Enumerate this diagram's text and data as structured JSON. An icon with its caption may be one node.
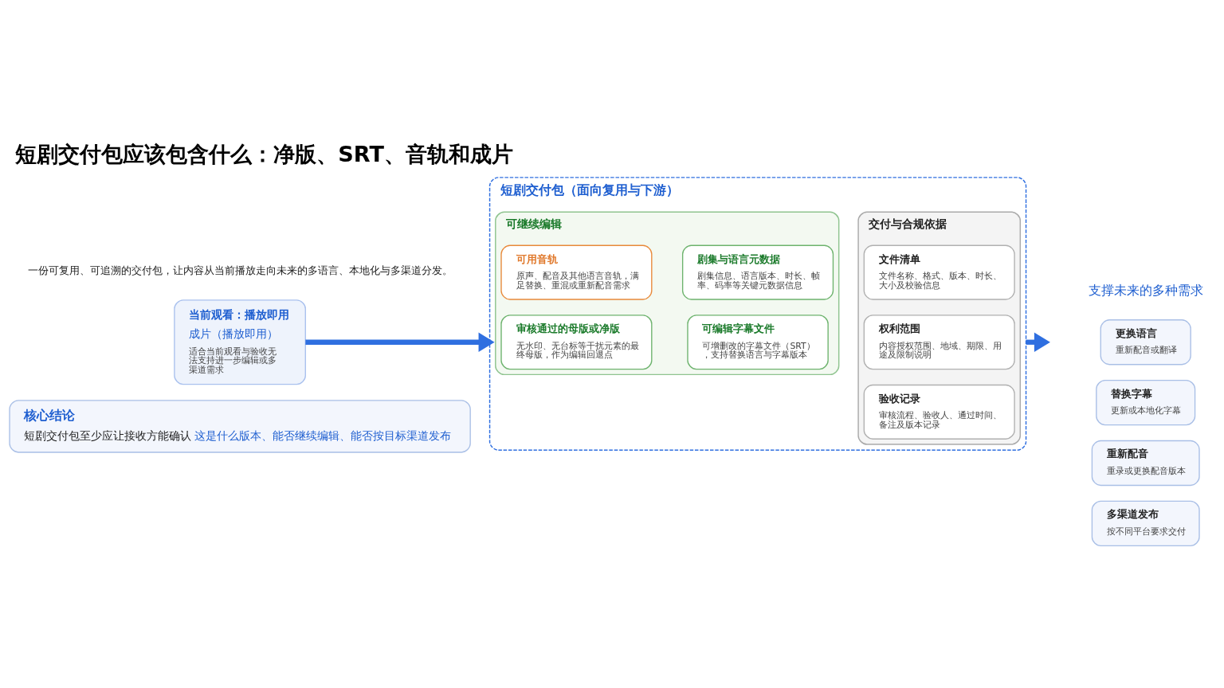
{
  "diagram": {
    "title": "短剧交付包应该包含什么：净版、SRT、音轨和成片",
    "nodes": [
      {
        "text": [
          "当前观看：播放即用",
          "成片（播放即用）",
          "适合当前观看与验收无法支持进一步编辑或多渠道需求"
        ]
      },
      {
        "text": [
          "短剧交付包（面向复用与下游）"
        ]
      },
      {
        "text": [
          "可继续编辑"
        ],
        "in": 1
      },
      {
        "text": [
          "审核通过的母版或净版",
          "无水印、无台标等干扰元素的最终母版，作为编辑回退点"
        ],
        "in": 2
      },
      {
        "text": [
          "可编辑字幕文件",
          "可增删改的字幕文件（SRT），支持替换语言与字幕版本"
        ],
        "in": 2
      },
      {
        "text": [
          "可用音轨",
          "原声、配音及其他语言音轨，满足替换、重混或重新配音需求"
        ],
        "in": 2
      },
      {
        "text": [
          "剧集与语言元数据",
          "剧集信息、语言版本、时长、帧率、码率等关键元数据信息"
        ],
        "in": 2
      },
      {
        "text": [
          "交付与合规依据"
        ],
        "in": 1
      },
      {
        "text": [
          "文件清单",
          "文件名称、格式、版本、时长、大小及校验信息"
        ],
        "in": 7
      },
      {
        "text": [
          "权利范围",
          "内容授权范围、地域、期限、用途及限制说明"
        ],
        "in": 7
      },
      {
        "text": [
          "验收记录",
          "审核流程、验收人、通过时间、备注及版本记录"
        ],
        "in": 7
      },
      {
        "text": [
          "更换语言",
          "重新配音或翻译"
        ]
      },
      {
        "text": [
          "替换字幕",
          "更新或本地化字幕"
        ]
      },
      {
        "text": [
          "重新配音",
          "重录或更换配音版本"
        ]
      },
      {
        "text": [
          "多渠道发布",
          "按不同平台要求交付"
        ]
      },
      {
        "text": [
          "核心结论",
          "短剧交付包至少应让接收方能确认",
          "这是什么版本、能否继续编辑、能否按目标渠道发布"
        ]
      }
    ],
    "edges": [
      {
        "from": 0,
        "to": 1,
        "arrow": "to"
      },
      {
        "from": 1,
        "to": null,
        "arrow": "to"
      }
    ],
    "labels": [
      "一份可复用、可追溯的交付包，让内容从当前播放走向未来的多语言、本地化与多渠道分发。",
      "支撑未来的多种需求"
    ]
  }
}
